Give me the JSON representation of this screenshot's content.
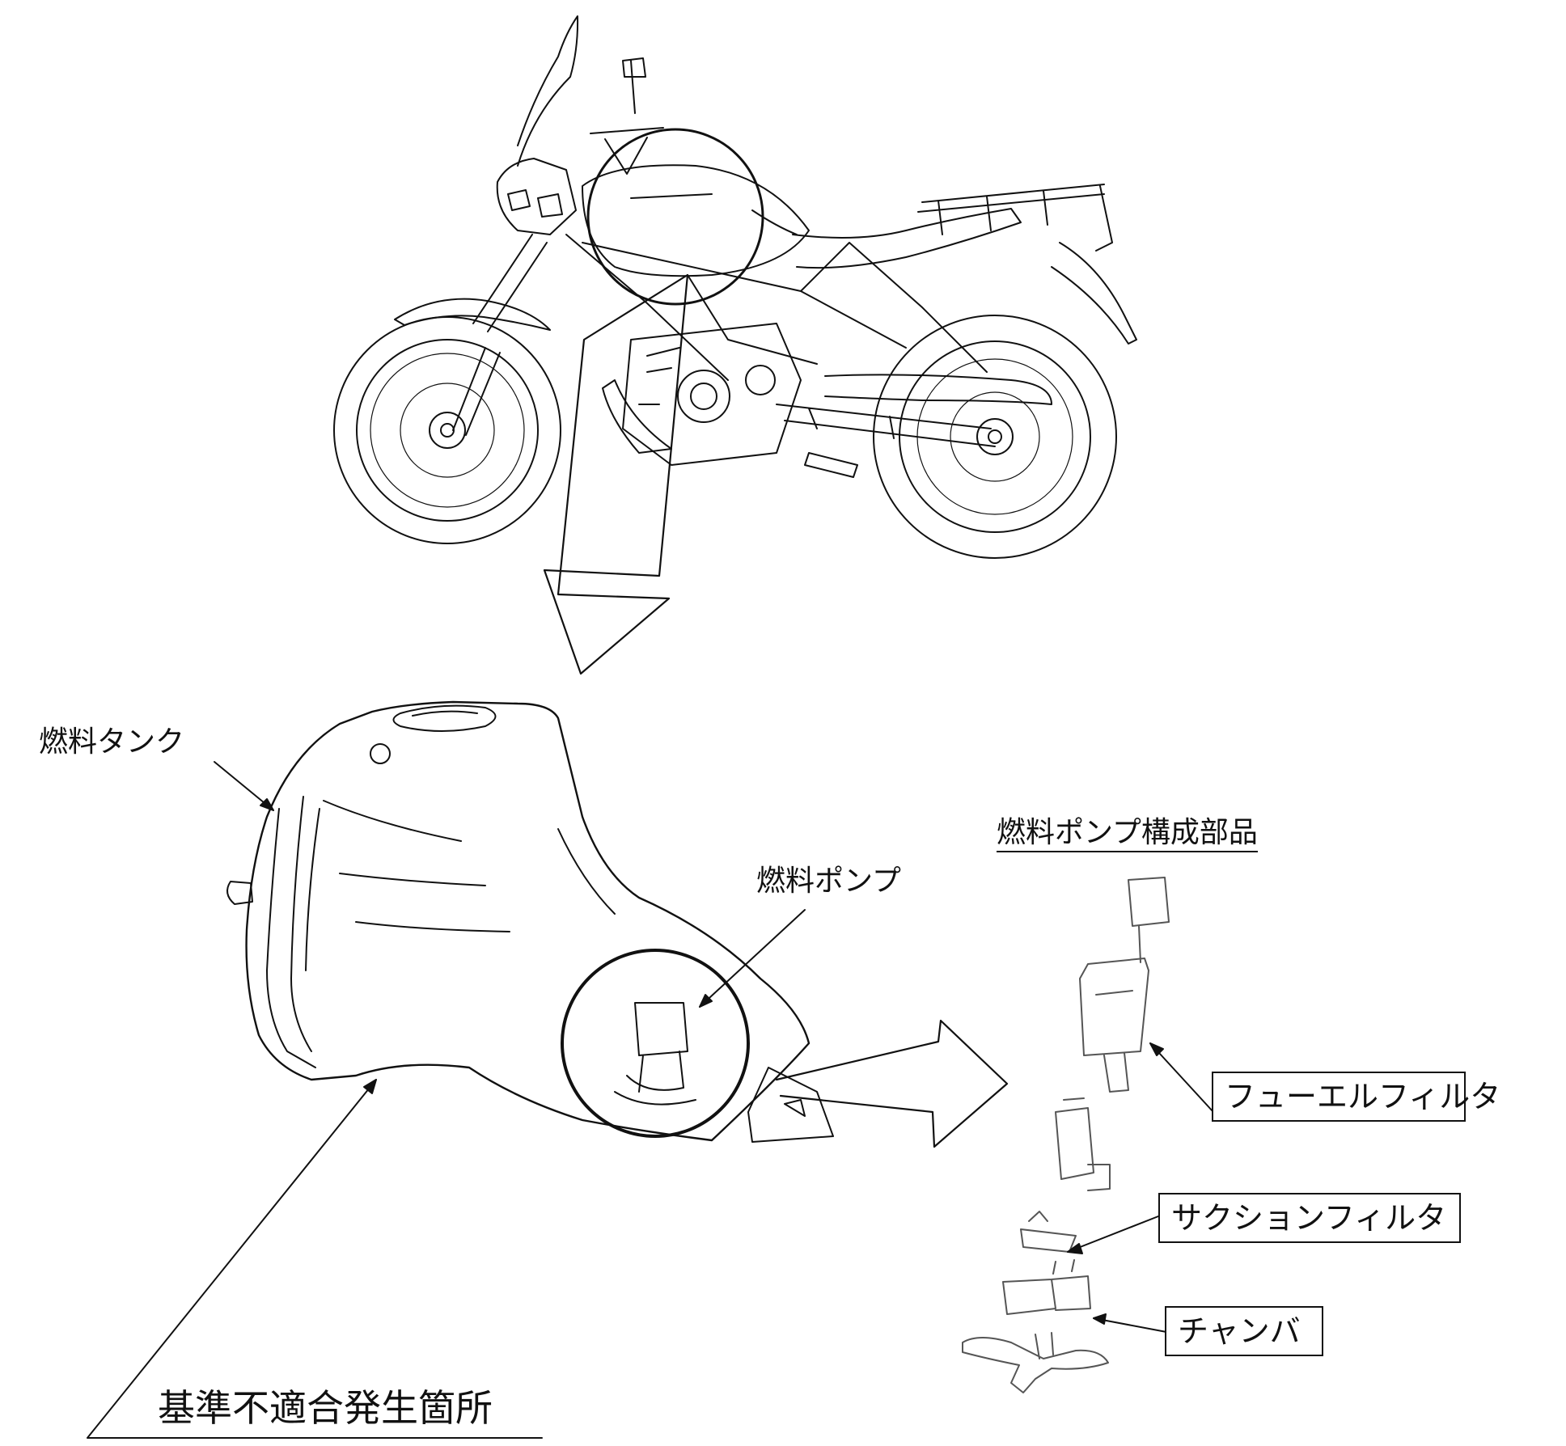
{
  "labels": {
    "fuel_tank": "燃料タンク",
    "fuel_pump": "燃料ポンプ",
    "components_title": "燃料ポンプ構成部品",
    "fuel_filter": "フューエルフィルタ",
    "suction_filter": "サクションフィルタ",
    "chamber": "チャンバ",
    "nonconformity_location": "基準不適合発生箇所"
  },
  "colors": {
    "line": "#111111",
    "background": "#ffffff",
    "photo_gray": "#6b6b6b"
  }
}
